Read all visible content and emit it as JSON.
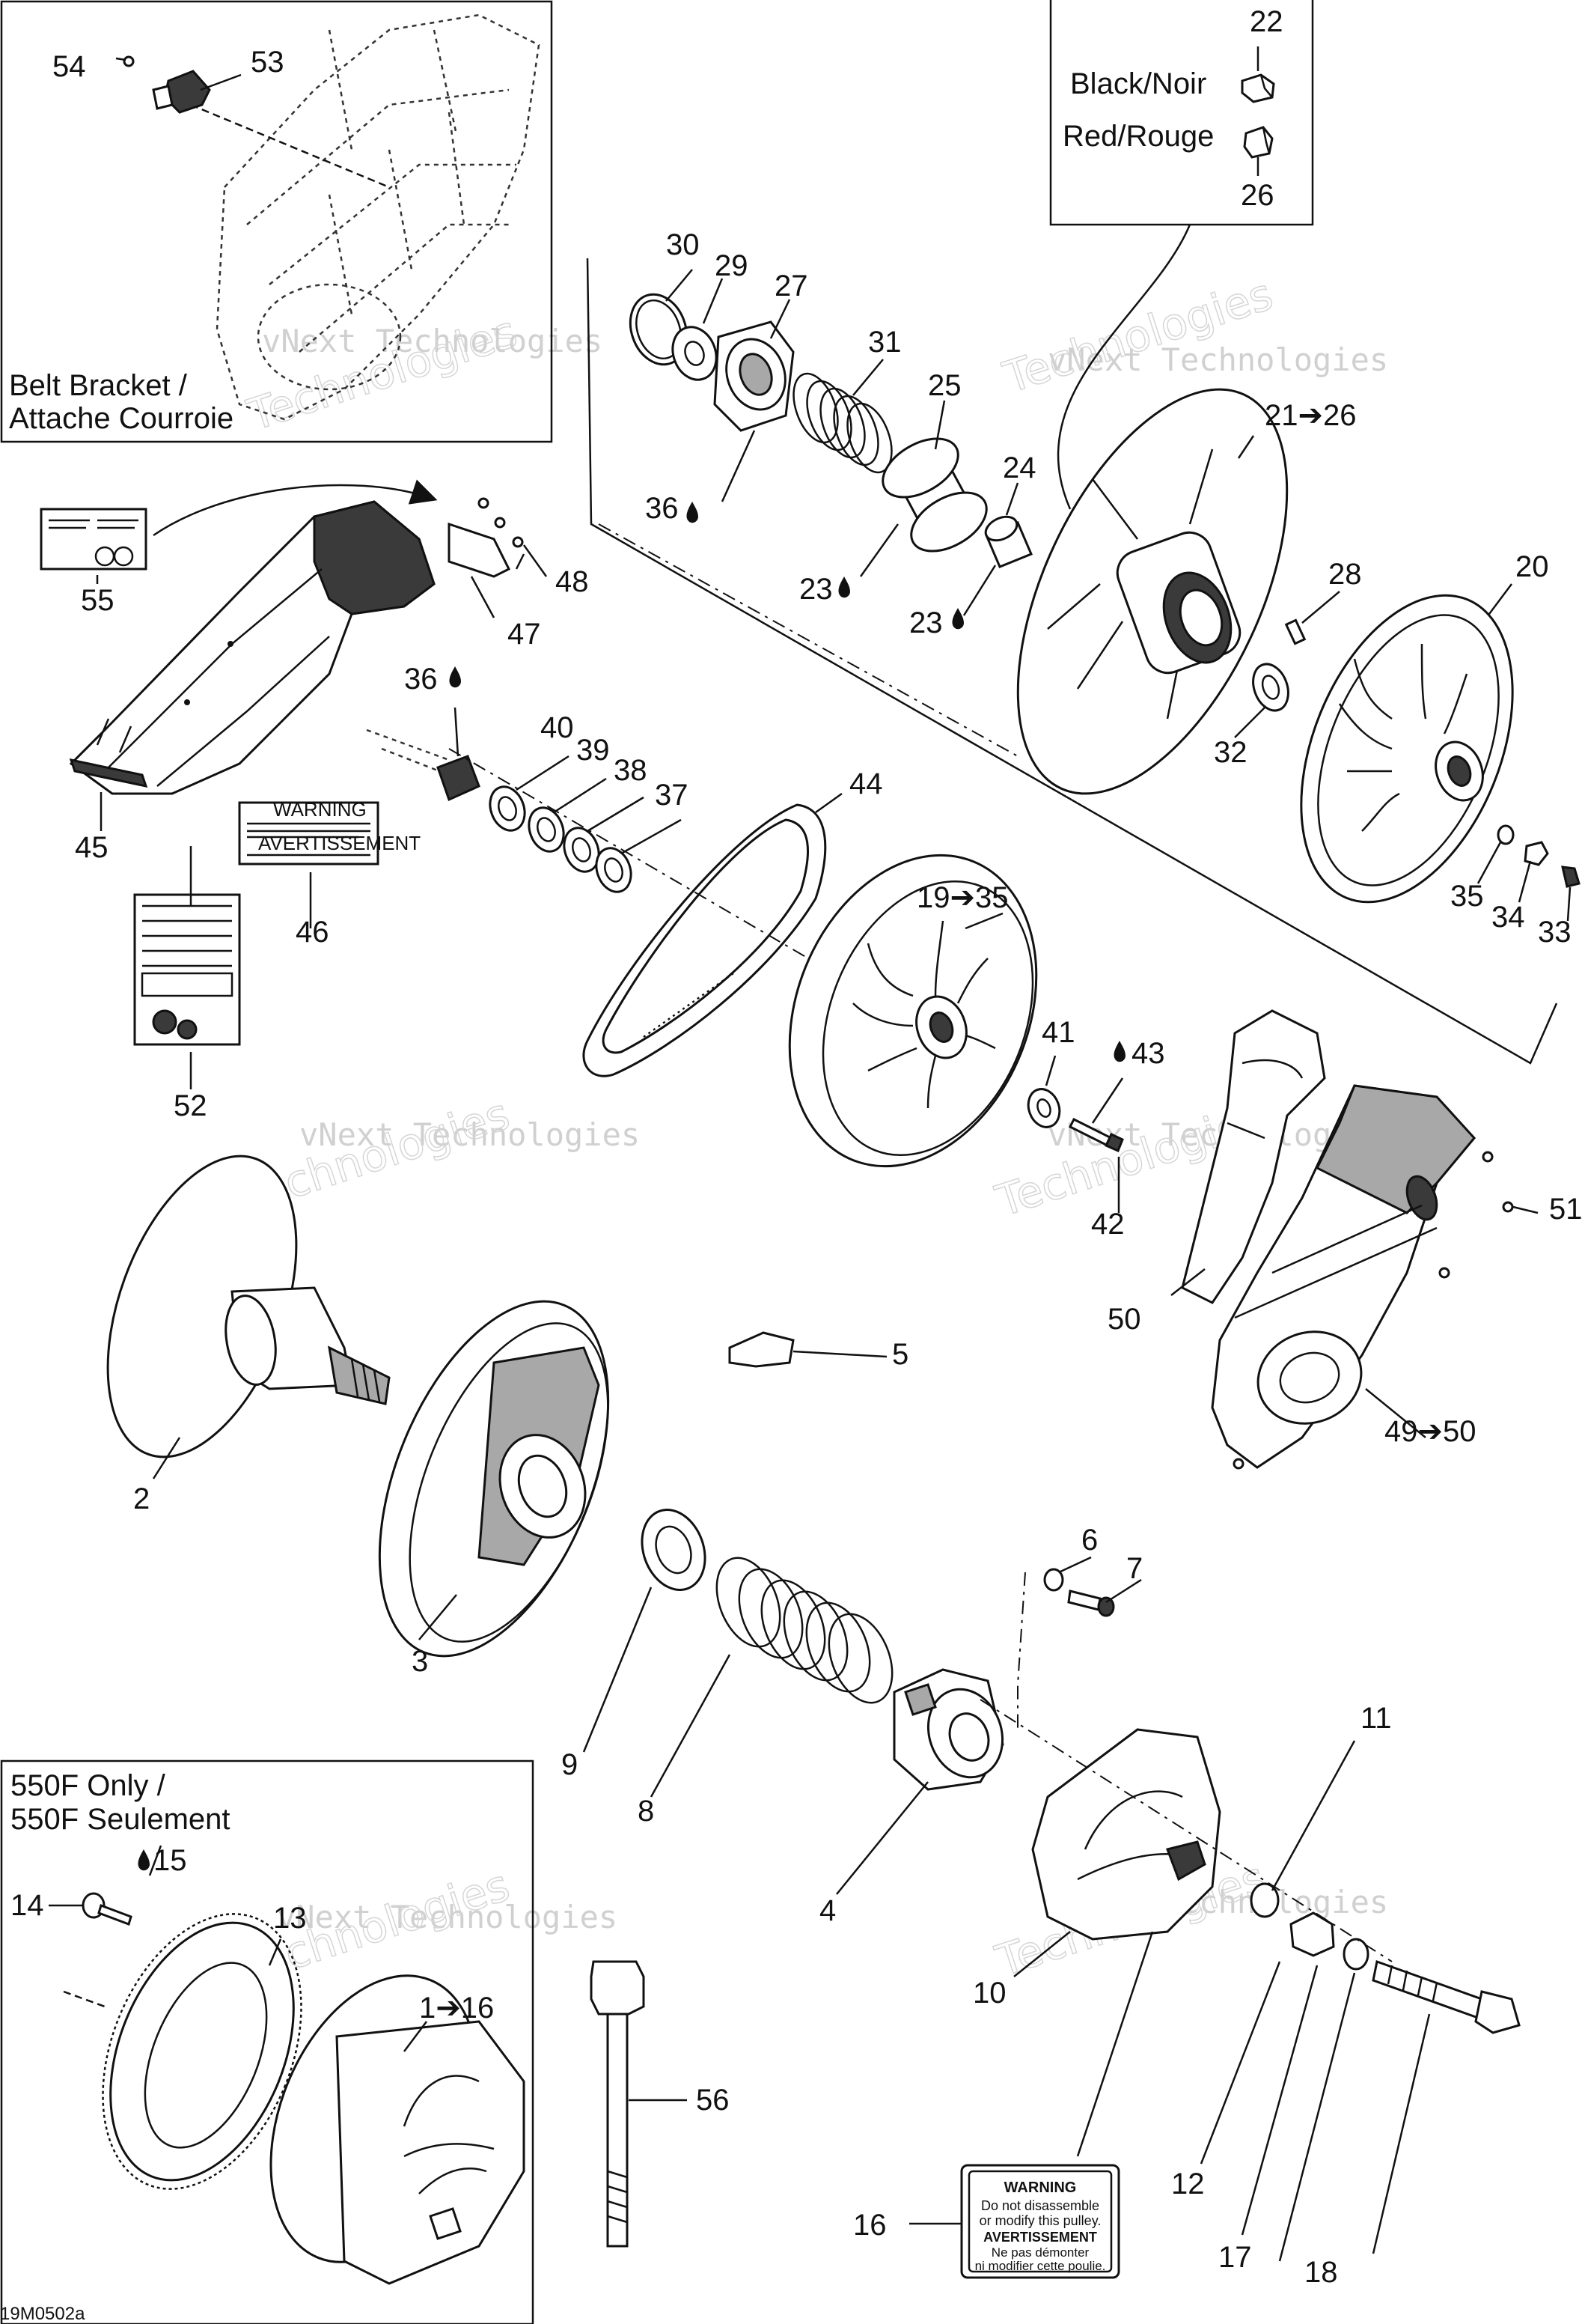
{
  "insets": {
    "belt_bracket": {
      "line1": "Belt Bracket /",
      "line2": "Attache Courroie"
    },
    "only_550f": {
      "line1": "550F Only /",
      "line2": "550F Seulement"
    },
    "wire_colors": {
      "black": "Black/Noir",
      "red": "Red/Rouge"
    }
  },
  "watermark": {
    "line1": "vNext Technologies",
    "line2": "Technologies"
  },
  "diagram_code": "19M0502a",
  "labels": [
    {
      "id": "p22",
      "text": "22"
    },
    {
      "id": "p26",
      "text": "26"
    },
    {
      "id": "p54",
      "text": "54"
    },
    {
      "id": "p53",
      "text": "53"
    },
    {
      "id": "p30",
      "text": "30"
    },
    {
      "id": "p29",
      "text": "29"
    },
    {
      "id": "p27",
      "text": "27"
    },
    {
      "id": "p31",
      "text": "31"
    },
    {
      "id": "p25",
      "text": "25"
    },
    {
      "id": "p24",
      "text": "24"
    },
    {
      "id": "p36a",
      "text": "36"
    },
    {
      "id": "p23a",
      "text": "23"
    },
    {
      "id": "p23b",
      "text": "23"
    },
    {
      "id": "p21",
      "text": "21➔26"
    },
    {
      "id": "p28",
      "text": "28"
    },
    {
      "id": "p20",
      "text": "20"
    },
    {
      "id": "p32",
      "text": "32"
    },
    {
      "id": "p35",
      "text": "35"
    },
    {
      "id": "p34",
      "text": "34"
    },
    {
      "id": "p33",
      "text": "33"
    },
    {
      "id": "p55",
      "text": "55"
    },
    {
      "id": "p48",
      "text": "48"
    },
    {
      "id": "p47",
      "text": "47"
    },
    {
      "id": "p36b",
      "text": "36"
    },
    {
      "id": "p40",
      "text": "40"
    },
    {
      "id": "p39",
      "text": "39"
    },
    {
      "id": "p38",
      "text": "38"
    },
    {
      "id": "p37",
      "text": "37"
    },
    {
      "id": "p44",
      "text": "44"
    },
    {
      "id": "p45",
      "text": "45"
    },
    {
      "id": "p46",
      "text": "46"
    },
    {
      "id": "p19",
      "text": "19➔35"
    },
    {
      "id": "p52",
      "text": "52"
    },
    {
      "id": "p41",
      "text": "41"
    },
    {
      "id": "p43",
      "text": "43"
    },
    {
      "id": "p42",
      "text": "42"
    },
    {
      "id": "p51",
      "text": "51"
    },
    {
      "id": "p50",
      "text": "50"
    },
    {
      "id": "p49",
      "text": "49➔50"
    },
    {
      "id": "p5",
      "text": "5"
    },
    {
      "id": "p2",
      "text": "2"
    },
    {
      "id": "p3",
      "text": "3"
    },
    {
      "id": "p6",
      "text": "6"
    },
    {
      "id": "p7",
      "text": "7"
    },
    {
      "id": "p9",
      "text": "9"
    },
    {
      "id": "p8",
      "text": "8"
    },
    {
      "id": "p11",
      "text": "11"
    },
    {
      "id": "p4",
      "text": "4"
    },
    {
      "id": "p10",
      "text": "10"
    },
    {
      "id": "p15",
      "text": "15"
    },
    {
      "id": "p14",
      "text": "14"
    },
    {
      "id": "p13",
      "text": "13"
    },
    {
      "id": "p1",
      "text": "1➔16"
    },
    {
      "id": "p56",
      "text": "56"
    },
    {
      "id": "p12",
      "text": "12"
    },
    {
      "id": "p17",
      "text": "17"
    },
    {
      "id": "p18",
      "text": "18"
    },
    {
      "id": "p16",
      "text": "16"
    }
  ],
  "decal_16": {
    "warning": "WARNING",
    "line1": "Do not disassemble",
    "line2": "or modify this pulley.",
    "avert": "AVERTISSEMENT",
    "line3": "Ne pas démonter",
    "line4": "ni modifier cette poulie."
  },
  "decal_46": {
    "warning": "WARNING",
    "avert": "AVERTISSEMENT"
  }
}
